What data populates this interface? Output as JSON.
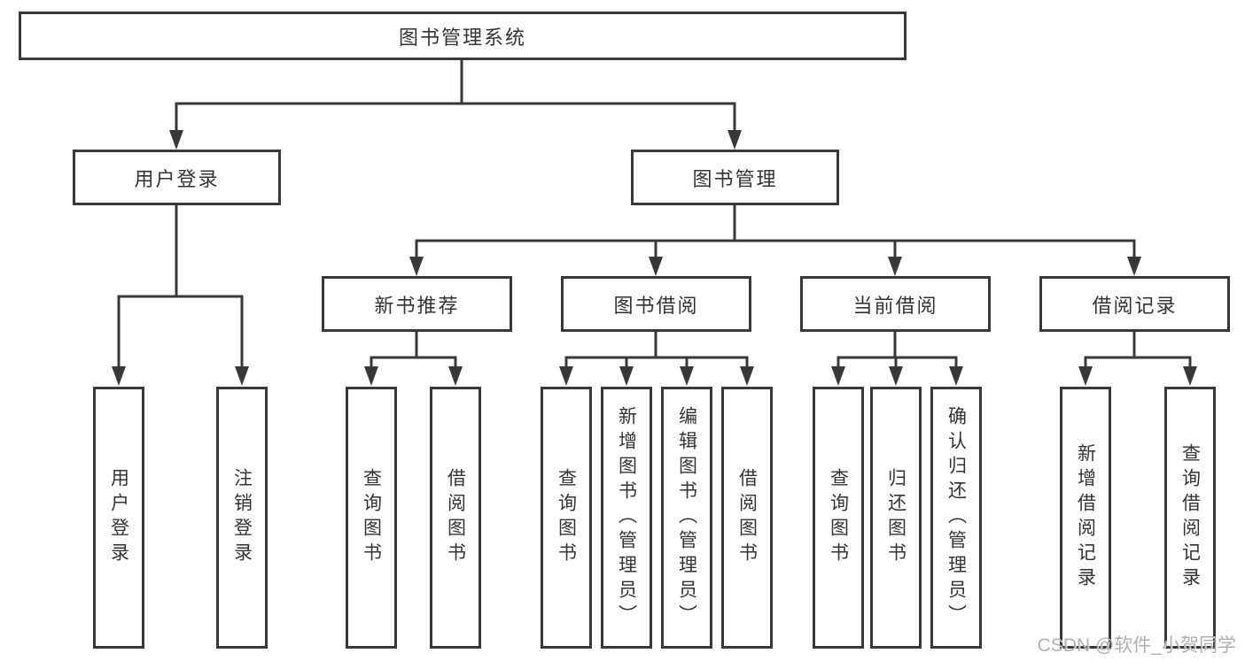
{
  "colors": {
    "line": "#383838",
    "box_border": "#383838",
    "text": "#333333",
    "watermark": "#a8a8a8"
  },
  "watermark": {
    "text": "CSDN @软件_小贺同学"
  },
  "diagram": {
    "root": {
      "label": "图书管理系统"
    },
    "level2": [
      {
        "label": "用户登录"
      },
      {
        "label": "图书管理"
      }
    ],
    "level3": [
      {
        "label": "新书推荐"
      },
      {
        "label": "图书借阅"
      },
      {
        "label": "当前借阅"
      },
      {
        "label": "借阅记录"
      }
    ],
    "leaves": {
      "user": [
        {
          "label": "用户登录"
        },
        {
          "label": "注销登录"
        }
      ],
      "recommend": [
        {
          "label": "查询图书"
        },
        {
          "label": "借阅图书"
        }
      ],
      "borrow": [
        {
          "label": "查询图书"
        },
        {
          "label": "新增图书（管理员）"
        },
        {
          "label": "编辑图书（管理员）"
        },
        {
          "label": "借阅图书"
        }
      ],
      "current": [
        {
          "label": "查询图书"
        },
        {
          "label": "归还图书"
        },
        {
          "label": "确认归还（管理员）"
        }
      ],
      "records": [
        {
          "label": "新增借阅记录"
        },
        {
          "label": "查询借阅记录"
        }
      ]
    }
  }
}
